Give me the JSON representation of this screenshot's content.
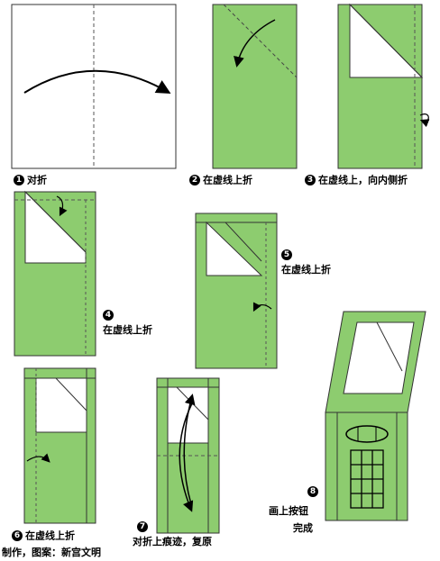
{
  "colors": {
    "paper_green": "#8dcc6f",
    "outline": "#333333",
    "white": "#ffffff",
    "ink": "#000000"
  },
  "steps": [
    {
      "number": "1",
      "label": "对折"
    },
    {
      "number": "2",
      "label": "在虚线上折"
    },
    {
      "number": "3",
      "label": "在虚线上，向内侧折"
    },
    {
      "number": "4",
      "label": "在虚线上折"
    },
    {
      "number": "5",
      "label": "在虚线上折"
    },
    {
      "number": "6",
      "label": "在虚线上折"
    },
    {
      "number": "7",
      "label": "对折上痕迹，复原"
    },
    {
      "number": "8",
      "label_line1": "画上按钮",
      "label_line2": "完成"
    }
  ],
  "credit": "制作，图案：新宫文明"
}
